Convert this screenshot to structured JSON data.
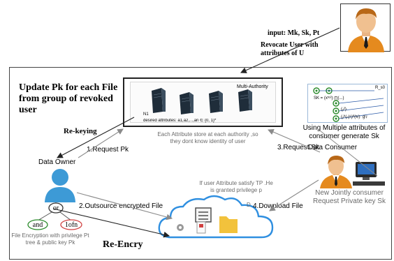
{
  "top": {
    "input_label": "input: Mk, Sk, Pt",
    "revocate_label": "Revocate User with attributes of U"
  },
  "left_top": {
    "update_label": "Update Pk for each File from group of revoked user",
    "rekeying_label": "Re-keying"
  },
  "multi_authority": {
    "title": "Multi-Authority",
    "server_label": "N1",
    "attributes_formula": "desired attributes: a1,a2,...,an ∈ {0, 1}*",
    "caption": "Each Attribute store at each authority ,so they dont know identity of user"
  },
  "sk_panel": {
    "formula_top": "R_s0",
    "formula_sk": "SK = (xʳᵉ²)·∏(...)",
    "formula_row3": "(ᵧ²)",
    "formula_row4": "(ᵧʰ(ᵣᵢ)ᵗᵢ)ᵗˡ(ᵍᵢʲ)· gᵗᵢʲ",
    "caption": "Using Multiple attributes of consumer  generate Sk"
  },
  "edges": {
    "request_pk": "1.Request Pk",
    "outsource": "2.Outsource encrypted File",
    "request_sk": "3.Request Sk",
    "download": "4.Download File"
  },
  "actors": {
    "data_owner": "Data Owner",
    "data_consumer": "Data Consumer",
    "consumer_caption": "New Jointly consumer Request Private key Sk"
  },
  "cloud": {
    "grant_caption": "If user Attribute satisfy TP .He is granted privilege p",
    "grant_cut": "D"
  },
  "tree": {
    "root": "or",
    "left": "and",
    "right": "1ofn",
    "caption": "File Encryption with privilege Pt tree & public key Pk"
  },
  "reencrypt_label": "Re-Encry",
  "colors": {
    "person_blue": "#3d9ad6",
    "cloud_blue": "#2f8fe0",
    "folder_yellow": "#f2c23c",
    "server_dark": "#1f2d3a",
    "tree_green": "#2a8a2a",
    "tree_red": "#d04040",
    "arrow_gray": "#8a8a8a",
    "text_gray": "#6a6a6a",
    "skin": "#f0c090",
    "hair": "#b86818",
    "shirt_orange": "#e58a1e"
  }
}
